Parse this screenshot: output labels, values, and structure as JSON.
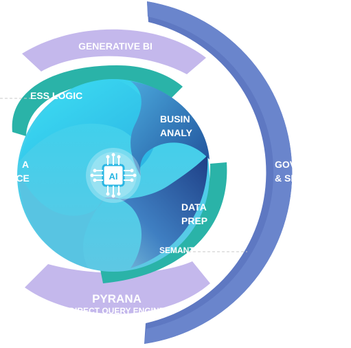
{
  "labels": {
    "generative_bi": "GENERATIVE BI",
    "business_logic": "ESS LOGIC",
    "business_analytics_1": "BUSIN",
    "business_analytics_2": "ANALY",
    "data_intelligence_1": "A",
    "data_intelligence_2": "ENCE",
    "data_prep_1": "DATA",
    "data_prep_2": "PREP",
    "semantic": "SEMANT",
    "governance_1": "GOV",
    "governance_2": "& SE",
    "pyrana": "PYRANA",
    "direct_query_engine": "DIRECT QUERY ENGINE",
    "ai_chip": "AI"
  },
  "colors": {
    "lavender": "#c4b8ec",
    "teal": "#2ab3a8",
    "governance_arc": "#5e78c2",
    "swirl_cyan": "#35d4ee",
    "swirl_blue": "#2f6eb5",
    "swirl_navy": "#1e3f86",
    "ai_icon": "#29b6e3"
  },
  "icons": [
    "ai-chip-icon"
  ]
}
